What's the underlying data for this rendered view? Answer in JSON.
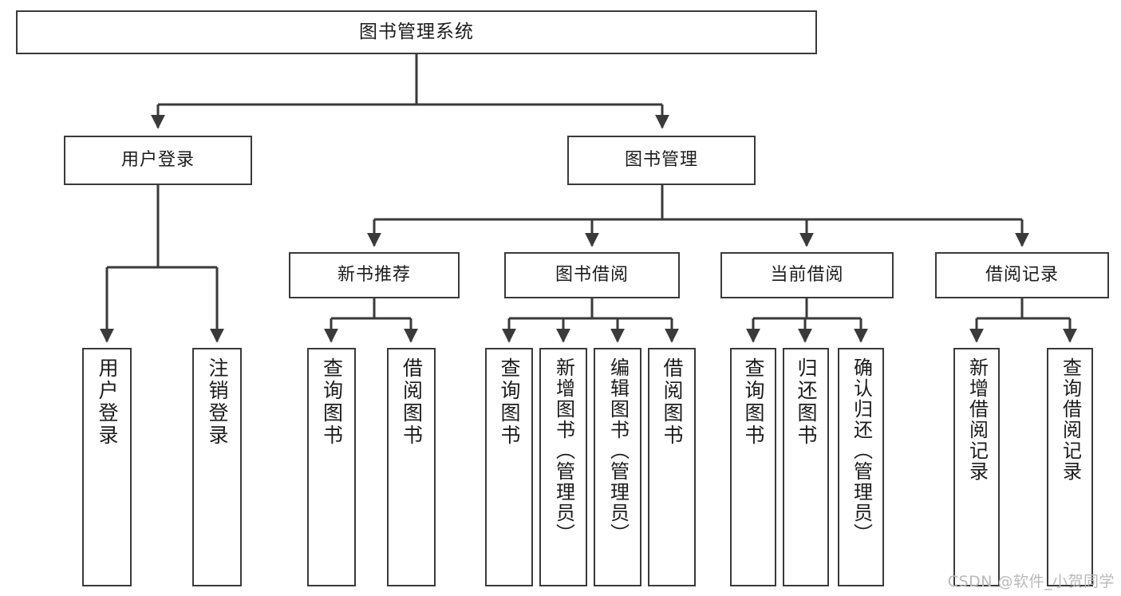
{
  "diagram": {
    "type": "tree",
    "title": "图书管理系统",
    "watermark": "CSDN @软件_小贺同学",
    "colors": {
      "stroke": "#3a3a3a",
      "fill": "#ffffff",
      "text": "#1b1b1b",
      "watermark": "#b9b9b9"
    },
    "nodes": {
      "root": {
        "label": "图书管理系统"
      },
      "level2": [
        {
          "id": "user-login",
          "label": "用户登录"
        },
        {
          "id": "book-manage",
          "label": "图书管理"
        }
      ],
      "level3": [
        {
          "id": "new-book-recommend",
          "label": "新书推荐"
        },
        {
          "id": "book-borrow",
          "label": "图书借阅"
        },
        {
          "id": "current-borrow",
          "label": "当前借阅"
        },
        {
          "id": "borrow-record",
          "label": "借阅记录"
        }
      ],
      "leaves": {
        "user_login": [
          {
            "id": "leaf-user-login",
            "label": "用户登录"
          },
          {
            "id": "leaf-logout-login",
            "label": "注销登录"
          }
        ],
        "new_book_recommend": [
          {
            "id": "leaf-query-book-1",
            "label": "查询图书"
          },
          {
            "id": "leaf-borrow-book-1",
            "label": "借阅图书"
          }
        ],
        "book_borrow": [
          {
            "id": "leaf-query-book-2",
            "label": "查询图书"
          },
          {
            "id": "leaf-add-book",
            "label": "新增图书（管理员）"
          },
          {
            "id": "leaf-edit-book",
            "label": "编辑图书（管理员）"
          },
          {
            "id": "leaf-borrow-book-2",
            "label": "借阅图书"
          }
        ],
        "current_borrow": [
          {
            "id": "leaf-query-book-3",
            "label": "查询图书"
          },
          {
            "id": "leaf-return-book",
            "label": "归还图书"
          },
          {
            "id": "leaf-confirm-return",
            "label": "确认归还（管理员）"
          }
        ],
        "borrow_record": [
          {
            "id": "leaf-add-record",
            "label": "新增借阅记录"
          },
          {
            "id": "leaf-query-record",
            "label": "查询借阅记录"
          }
        ]
      }
    }
  }
}
